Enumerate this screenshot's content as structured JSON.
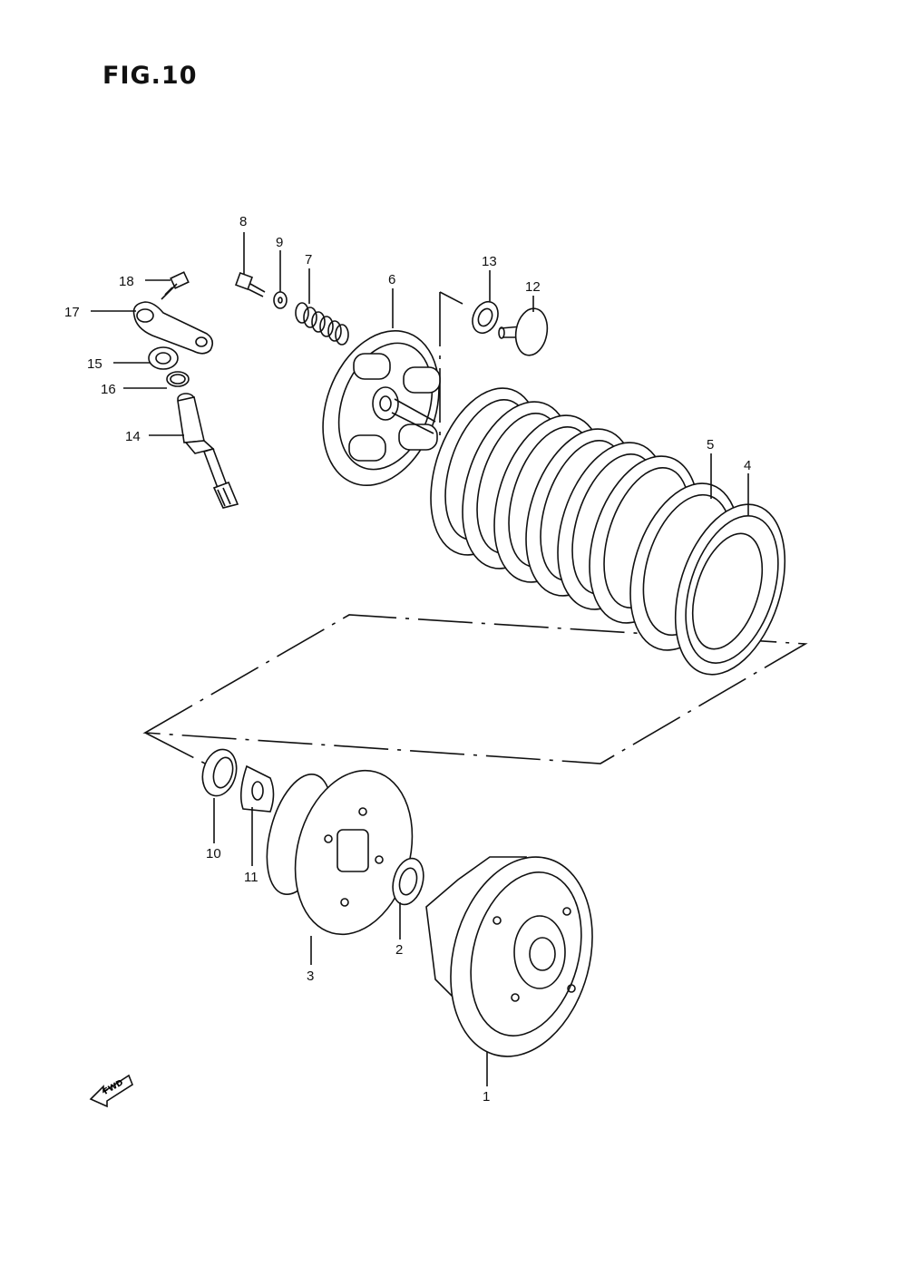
{
  "title": "FIG.10",
  "fwd_label": "FWD",
  "parts": [
    {
      "id": "p1",
      "number": "1"
    },
    {
      "id": "p2",
      "number": "2"
    },
    {
      "id": "p3",
      "number": "3"
    },
    {
      "id": "p4",
      "number": "4"
    },
    {
      "id": "p5",
      "number": "5"
    },
    {
      "id": "p6",
      "number": "6"
    },
    {
      "id": "p7",
      "number": "7"
    },
    {
      "id": "p8",
      "number": "8"
    },
    {
      "id": "p9",
      "number": "9"
    },
    {
      "id": "p10",
      "number": "10"
    },
    {
      "id": "p11",
      "number": "11"
    },
    {
      "id": "p12",
      "number": "12"
    },
    {
      "id": "p13",
      "number": "13"
    },
    {
      "id": "p14",
      "number": "14"
    },
    {
      "id": "p15",
      "number": "15"
    },
    {
      "id": "p16",
      "number": "16"
    },
    {
      "id": "p17",
      "number": "17"
    },
    {
      "id": "p18",
      "number": "18"
    }
  ]
}
